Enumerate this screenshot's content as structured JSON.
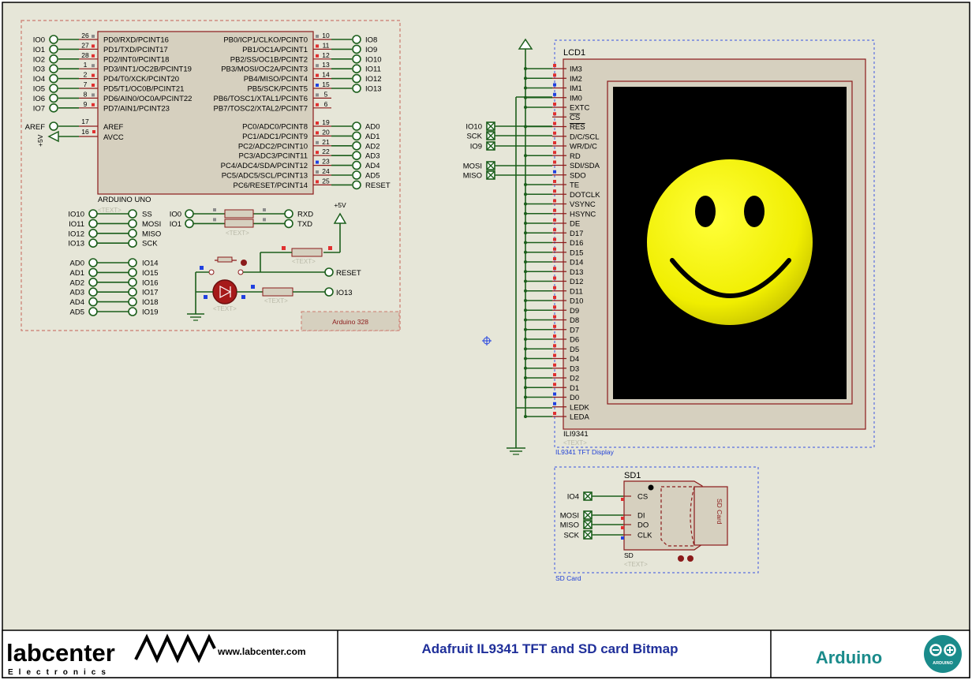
{
  "title_block": {
    "logo_text": "labcenter",
    "logo_sub": "Electronics",
    "website": "www.labcenter.com",
    "title": "Adafruit IL9341 TFT and SD card Bitmap",
    "brand": "Arduino",
    "brand_badge": "ARDUINO"
  },
  "arduino": {
    "chip_name": "ARDUINO UNO",
    "frame_label": "Arduino 328",
    "left_pins": [
      {
        "net": "IO0",
        "num": "26",
        "name": "PD0/RXD/PCINT16"
      },
      {
        "net": "IO1",
        "num": "27",
        "name": "PD1/TXD/PCINT17"
      },
      {
        "net": "IO2",
        "num": "28",
        "name": "PD2/INT0/PCINT18"
      },
      {
        "net": "IO3",
        "num": "1",
        "name": "PD3/INT1/OC2B/PCINT19"
      },
      {
        "net": "IO4",
        "num": "2",
        "name": "PD4/T0/XCK/PCINT20"
      },
      {
        "net": "IO5",
        "num": "7",
        "name": "PD5/T1/OC0B/PCINT21"
      },
      {
        "net": "IO6",
        "num": "8",
        "name": "PD6/AIN0/OC0A/PCINT22"
      },
      {
        "net": "IO7",
        "num": "9",
        "name": "PD7/AIN1/PCINT23"
      }
    ],
    "aref": {
      "net": "AREF",
      "num": "17",
      "name": "AREF"
    },
    "avcc": {
      "net": "+5V",
      "num": "16",
      "name": "AVCC"
    },
    "right_pins": [
      {
        "num": "10",
        "name": "PB0/ICP1/CLKO/PCINT0",
        "net": "IO8"
      },
      {
        "num": "11",
        "name": "PB1/OC1A/PCINT1",
        "net": "IO9"
      },
      {
        "num": "12",
        "name": "PB2/SS/OC1B/PCINT2",
        "net": "IO10"
      },
      {
        "num": "13",
        "name": "PB3/MOSI/OC2A/PCINT3",
        "net": "IO11"
      },
      {
        "num": "14",
        "name": "PB4/MISO/PCINT4",
        "net": "IO12"
      },
      {
        "num": "15",
        "name": "PB5/SCK/PCINT5",
        "net": "IO13"
      },
      {
        "num": "5",
        "name": "PB6/TOSC1/XTAL1/PCINT6",
        "net": ""
      },
      {
        "num": "6",
        "name": "PB7/TOSC2/XTAL2/PCINT7",
        "net": ""
      }
    ],
    "right_pins_c": [
      {
        "num": "19",
        "name": "PC0/ADC0/PCINT8",
        "net": "AD0"
      },
      {
        "num": "20",
        "name": "PC1/ADC1/PCINT9",
        "net": "AD1"
      },
      {
        "num": "21",
        "name": "PC2/ADC2/PCINT10",
        "net": "AD2"
      },
      {
        "num": "22",
        "name": "PC3/ADC3/PCINT11",
        "net": "AD3"
      },
      {
        "num": "23",
        "name": "PC4/ADC4/SDA/PCINT12",
        "net": "AD4"
      },
      {
        "num": "24",
        "name": "PC5/ADC5/SCL/PCINT13",
        "net": "AD5"
      },
      {
        "num": "25",
        "name": "PC6/RESET/PCINT14",
        "net": "RESET"
      }
    ],
    "spi_links": [
      {
        "a": "IO10",
        "b": "SS"
      },
      {
        "a": "IO11",
        "b": "MOSI"
      },
      {
        "a": "IO12",
        "b": "MISO"
      },
      {
        "a": "IO13",
        "b": "SCK"
      }
    ],
    "analog_links": [
      {
        "a": "AD0",
        "b": "IO14"
      },
      {
        "a": "AD1",
        "b": "IO15"
      },
      {
        "a": "AD2",
        "b": "IO16"
      },
      {
        "a": "AD3",
        "b": "IO17"
      },
      {
        "a": "AD4",
        "b": "IO18"
      },
      {
        "a": "AD5",
        "b": "IO19"
      }
    ],
    "serial_links": [
      {
        "a": "IO0",
        "b": "RXD"
      },
      {
        "a": "IO1",
        "b": "TXD"
      }
    ],
    "reset_net": "RESET",
    "led_net": "IO13",
    "supply": "+5V",
    "placeholder": "<TEXT>"
  },
  "lcd": {
    "ref": "LCD1",
    "part": "ILI9341",
    "placeholder": "<TEXT>",
    "frame_label": "IL9341 TFT Display",
    "pins": [
      "IM3",
      "IM2",
      "IM1",
      "IM0",
      "EXTC",
      "CS",
      "RES",
      "D/C/SCL",
      "WR/D/C",
      "RD",
      "SDI/SDA",
      "SDO",
      "TE",
      "DOTCLK",
      "VSYNC",
      "HSYNC",
      "DE",
      "D17",
      "D16",
      "D15",
      "D14",
      "D13",
      "D12",
      "D11",
      "D10",
      "D9",
      "D8",
      "D7",
      "D6",
      "D5",
      "D4",
      "D3",
      "D2",
      "D1",
      "D0",
      "LEDK",
      "LEDA"
    ],
    "spi_terms": [
      "IO10",
      "SCK",
      "IO9"
    ],
    "data_terms": [
      "MOSI",
      "MISO"
    ]
  },
  "sd": {
    "ref": "SD1",
    "part": "SD",
    "placeholder": "<TEXT>",
    "frame_label": "SD Card",
    "card_label": "SD Card",
    "pins": [
      {
        "net": "IO4",
        "name": "CS"
      },
      {
        "net": "MOSI",
        "name": "DI"
      },
      {
        "net": "MISO",
        "name": "DO"
      },
      {
        "net": "SCK",
        "name": "CLK"
      }
    ]
  },
  "colors": {
    "sheet_bg": "#e6e6d8",
    "wire": "#1b5e1b",
    "component_body": "#d6d0bf",
    "outline": "#8b1a1a",
    "title_text": "#1f2f9a",
    "smiley_yellow": "#f2f200"
  }
}
